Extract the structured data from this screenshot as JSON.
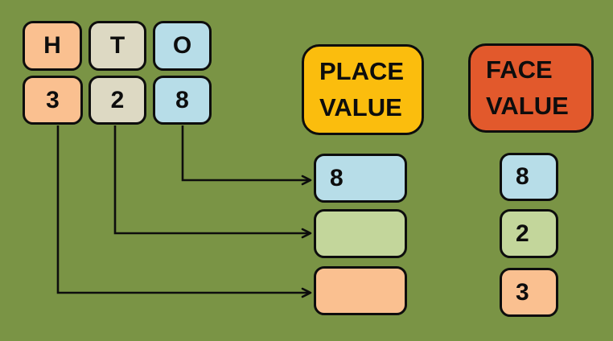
{
  "colors": {
    "background": "#7A9445",
    "peach": "#FAC090",
    "tan": "#DDD9C3",
    "blue": "#B7DDE8",
    "green": "#C3D69B",
    "gold": "#FBBD0D",
    "orange_red": "#E2592C",
    "line": "#0d0d0d"
  },
  "hto": {
    "letters": [
      {
        "label": "H",
        "color": "#FAC090"
      },
      {
        "label": "T",
        "color": "#DDD9C3"
      },
      {
        "label": "O",
        "color": "#B7DDE8"
      }
    ],
    "digits": [
      {
        "label": "3",
        "color": "#FAC090"
      },
      {
        "label": "2",
        "color": "#DDD9C3"
      },
      {
        "label": "8",
        "color": "#B7DDE8"
      }
    ]
  },
  "place_value": {
    "header_line1": "PLACE",
    "header_line2": "VALUE",
    "header_color": "#FBBD0D",
    "boxes": [
      {
        "value": "8",
        "color": "#B7DDE8"
      },
      {
        "value": "",
        "color": "#C3D69B"
      },
      {
        "value": "",
        "color": "#FAC090"
      }
    ]
  },
  "face_value": {
    "header_line1": "FACE",
    "header_line2": "VALUE",
    "header_color": "#E2592C",
    "boxes": [
      {
        "value": "8",
        "color": "#B7DDE8"
      },
      {
        "value": "2",
        "color": "#C3D69B"
      },
      {
        "value": "3",
        "color": "#FAC090"
      }
    ]
  },
  "connectors": [
    {
      "from": "8",
      "to": "place-value-box-ones"
    },
    {
      "from": "2",
      "to": "place-value-box-tens"
    },
    {
      "from": "3",
      "to": "place-value-box-hundreds"
    }
  ]
}
